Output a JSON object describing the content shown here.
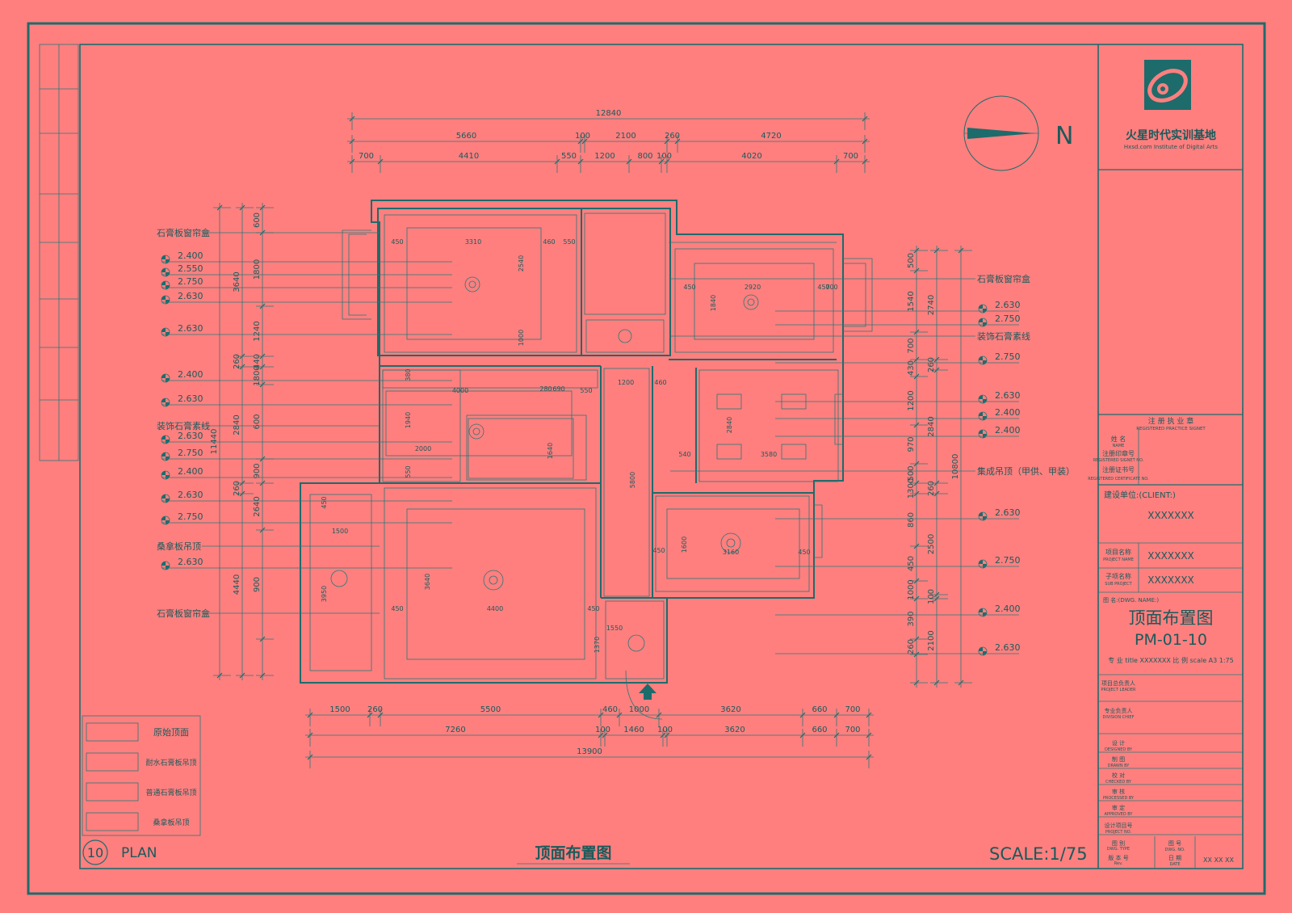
{
  "sheet": {
    "bg": "#FF7F7F",
    "line": "#1E6B6B",
    "plan_label_number": "10",
    "plan_label_text": "PLAN",
    "plan_title": "顶面布置图",
    "scale": "SCALE:1/75",
    "north": "N"
  },
  "title_block": {
    "company_cn": "火星时代实训基地",
    "company_en": "Hxsd.com Institute of Digital Arts",
    "reg_title_cn": "注 册 执 业 章",
    "reg_title_en": "REGISTERED PRACTICE SIGNET",
    "reg_name_cn": "姓 名",
    "reg_name_en": "NAME",
    "reg_stamp_cn": "注册印章号",
    "reg_stamp_en": "REGISTERED SIGNET NO.",
    "reg_cert_cn": "注册证书号",
    "reg_cert_en": "REGISTERED CERTIFICATE NO.",
    "client_label": "建设单位:(CLIENT:)",
    "client_value": "XXXXXXX",
    "project_name_label_cn": "项目名称",
    "project_name_label_en": "PROJECT NAME",
    "project_name_value": "XXXXXXX",
    "sub_project_label_cn": "子项名称",
    "sub_project_label_en": "SUB PROJECT",
    "sub_project_value": "XXXXXXX",
    "drawing_name_label": "图 名:(DWG. NAME:)",
    "drawing_name": "顶面布置图",
    "drawing_no": "PM-01-10",
    "title_line": "专 业 title XXXXXXX 比 例 scale A3 1:75",
    "roles": [
      {
        "cn": "项目总负责人",
        "en": "PROJECT LEADER"
      },
      {
        "cn": "专业负责人",
        "en": "DIVISION CHIEF"
      },
      {
        "cn": "设 计",
        "en": "DESIGNED BY"
      },
      {
        "cn": "制 图",
        "en": "DRAWN BY"
      },
      {
        "cn": "校 对",
        "en": "CHECKED BY"
      },
      {
        "cn": "审 核",
        "en": "PROCESSED BY"
      },
      {
        "cn": "审 定",
        "en": "APPROVED BY"
      },
      {
        "cn": "设计项目号",
        "en": "PROJECT NO."
      }
    ],
    "bottom_rows": [
      {
        "cn": "图 别",
        "en": "DWG. TYPE"
      },
      {
        "cn": "版 本 号",
        "en": "Rev."
      }
    ],
    "dwg_no_cn": "图 号",
    "dwg_no_en": "DWG. NO.",
    "date_cn": "日 期",
    "date_en": "DATE",
    "date_value": "XX XX XX"
  },
  "legend": [
    {
      "label": "原始顶面",
      "pattern": "blank"
    },
    {
      "label": "耐水石膏板吊顶",
      "pattern": "dots"
    },
    {
      "label": "普通石膏板吊顶",
      "pattern": "cross"
    },
    {
      "label": "桑拿板吊顶",
      "pattern": "lines"
    }
  ],
  "dims": {
    "top": {
      "total": "12840",
      "row1": [
        "5660",
        "100",
        "2100",
        "260",
        "4720"
      ],
      "row2": [
        "700",
        "4410",
        "550",
        "1200",
        "800",
        "100",
        "4020",
        "700"
      ]
    },
    "bottom": {
      "total": "13900",
      "row1": [
        "1500",
        "260",
        "5500",
        "460",
        "1000",
        "3620",
        "660",
        "700"
      ],
      "row2": [
        "7260",
        "100",
        "1460",
        "100",
        "3620",
        "660",
        "700"
      ]
    },
    "left": {
      "total": "11440",
      "outer": [
        "3640",
        "260",
        "2840",
        "260",
        "4440"
      ],
      "inner": [
        "600",
        "1800",
        "1240",
        "440",
        "1800",
        "600",
        "900",
        "2640",
        "900"
      ]
    },
    "right": {
      "total": "10800",
      "outer": [
        "2740",
        "260",
        "2840",
        "260",
        "2500",
        "100",
        "2100"
      ],
      "inner": [
        "500",
        "1540",
        "700",
        "430",
        "1200",
        "970",
        "500",
        "1300",
        "860",
        "450",
        "1000",
        "390",
        "260"
      ]
    }
  },
  "room_dims": [
    "450",
    "3310",
    "460",
    "550",
    "2540",
    "1000",
    "2920",
    "450",
    "450",
    "700",
    "1840",
    "380",
    "4000",
    "280",
    "690",
    "550",
    "1940",
    "2000",
    "1640",
    "550",
    "1200",
    "460",
    "5800",
    "2840",
    "3580",
    "540",
    "450",
    "1500",
    "3950",
    "3640",
    "4400",
    "450",
    "450",
    "1600",
    "3160",
    "450",
    "450",
    "1550",
    "1370"
  ],
  "left_annotations": [
    {
      "text": "石膏板窗帘盒",
      "type": "label"
    },
    {
      "text": "2.400",
      "type": "level"
    },
    {
      "text": "2.550",
      "type": "level"
    },
    {
      "text": "2.750",
      "type": "level"
    },
    {
      "text": "2.630",
      "type": "level"
    },
    {
      "text": "2.630",
      "type": "level"
    },
    {
      "text": "2.400",
      "type": "level"
    },
    {
      "text": "2.630",
      "type": "level"
    },
    {
      "text": "装饰石膏素线",
      "type": "label"
    },
    {
      "text": "2.630",
      "type": "level"
    },
    {
      "text": "2.750",
      "type": "level"
    },
    {
      "text": "2.400",
      "type": "level"
    },
    {
      "text": "2.630",
      "type": "level"
    },
    {
      "text": "2.750",
      "type": "level"
    },
    {
      "text": "桑拿板吊顶",
      "type": "label"
    },
    {
      "text": "2.630",
      "type": "level"
    },
    {
      "text": "石膏板窗帘盒",
      "type": "label"
    }
  ],
  "right_annotations": [
    {
      "text": "石膏板窗帘盒",
      "type": "label"
    },
    {
      "text": "2.630",
      "type": "level"
    },
    {
      "text": "2.750",
      "type": "level"
    },
    {
      "text": "装饰石膏素线",
      "type": "label"
    },
    {
      "text": "2.750",
      "type": "level"
    },
    {
      "text": "2.630",
      "type": "level"
    },
    {
      "text": "2.400",
      "type": "level"
    },
    {
      "text": "2.400",
      "type": "level"
    },
    {
      "text": "集成吊顶（甲供、甲装）",
      "type": "label"
    },
    {
      "text": "2.630",
      "type": "level"
    },
    {
      "text": "2.750",
      "type": "level"
    },
    {
      "text": "2.400",
      "type": "level"
    },
    {
      "text": "2.630",
      "type": "level"
    }
  ]
}
